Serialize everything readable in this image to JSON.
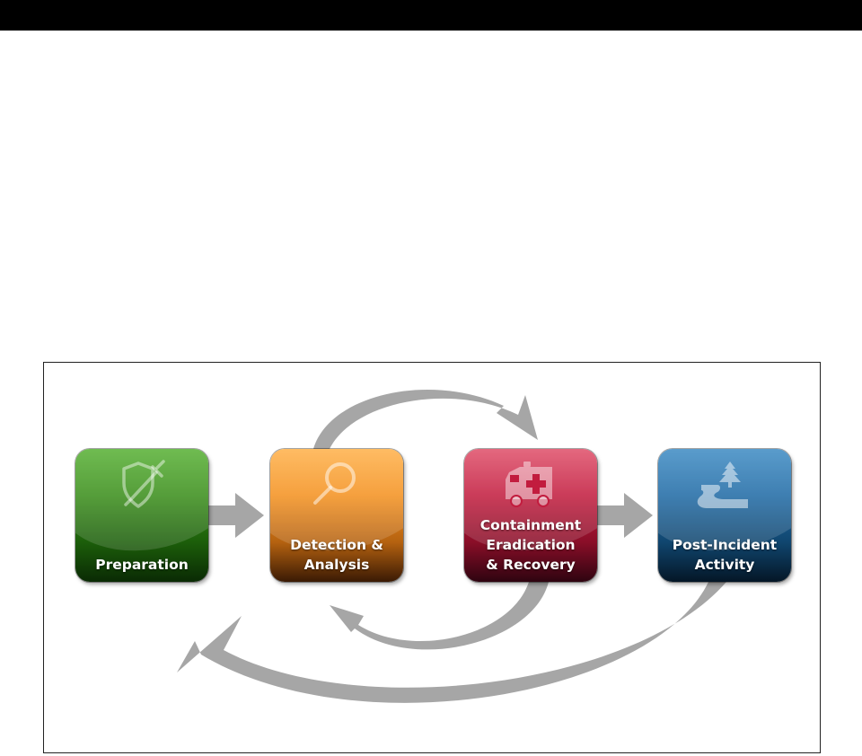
{
  "diagram": {
    "stages": [
      {
        "label_lines": [
          "Preparation"
        ],
        "color": "#3a8e1a",
        "icon": "shield-syringe-icon"
      },
      {
        "label_lines": [
          "Detection &",
          "Analysis"
        ],
        "color": "#f4911f",
        "icon": "magnifier-icon"
      },
      {
        "label_lines": [
          "Containment",
          "Eradication",
          "& Recovery"
        ],
        "color": "#c21c3e",
        "icon": "ambulance-icon"
      },
      {
        "label_lines": [
          "Post-Incident",
          "Activity"
        ],
        "color": "#1f6aa5",
        "icon": "road-tree-icon"
      }
    ],
    "arrow_color": "#a6a6a6"
  }
}
